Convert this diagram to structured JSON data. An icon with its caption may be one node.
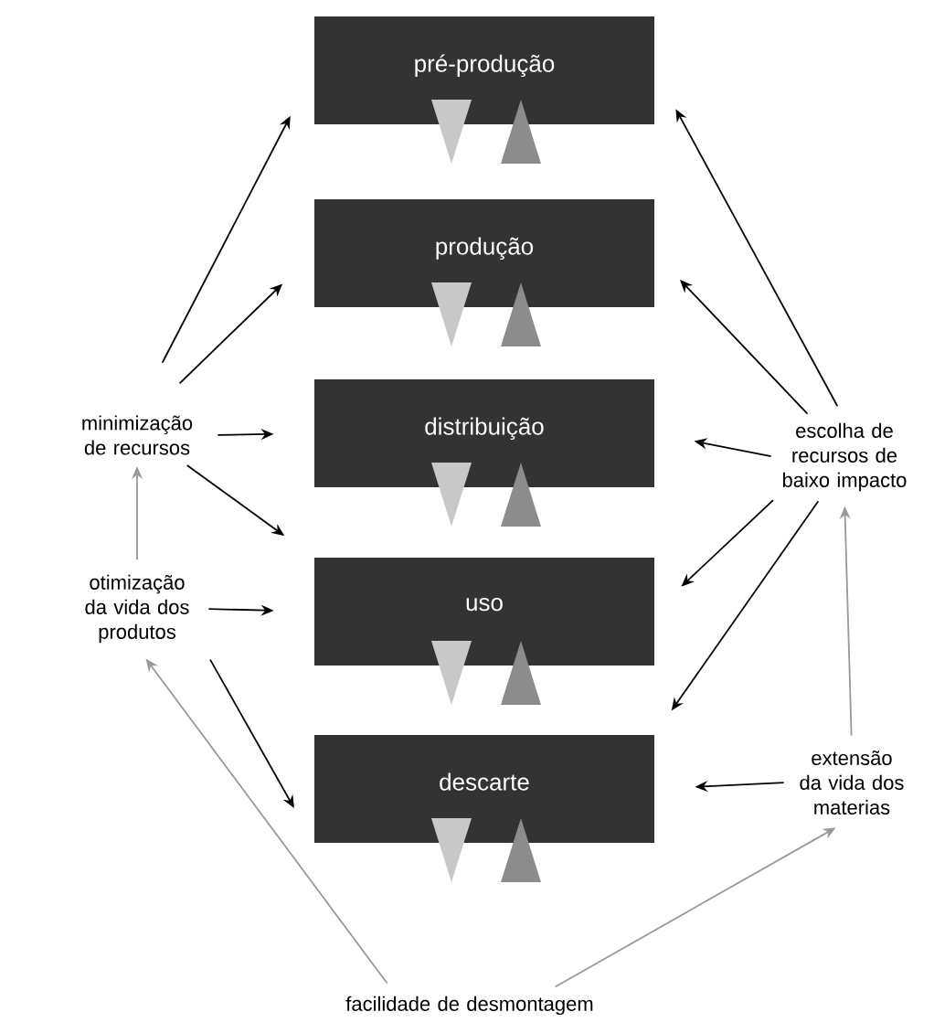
{
  "diagram": {
    "nodes": [
      {
        "text": [
          "pré-produção"
        ]
      },
      {
        "text": [
          "produção"
        ]
      },
      {
        "text": [
          "distribuição"
        ]
      },
      {
        "text": [
          "uso"
        ]
      },
      {
        "text": [
          "descarte"
        ]
      },
      {
        "text": [
          "minimização de recursos"
        ]
      },
      {
        "text": [
          "otimização da vida dos produtos"
        ]
      },
      {
        "text": [
          "escolha de recursos de baixo impacto"
        ]
      },
      {
        "text": [
          "extensão da vida dos materias"
        ]
      },
      {
        "text": [
          "facilidade de desmontagem"
        ]
      }
    ],
    "edges": [
      {
        "from": 5,
        "to": 0,
        "arrow": "to"
      },
      {
        "from": 5,
        "to": 1,
        "arrow": "to"
      },
      {
        "from": 5,
        "to": 2,
        "arrow": "to"
      },
      {
        "from": 5,
        "to": 3,
        "arrow": "to"
      },
      {
        "from": 6,
        "to": 5,
        "arrow": "to",
        "color": "#999999"
      },
      {
        "from": 6,
        "to": 3,
        "arrow": "to"
      },
      {
        "from": 6,
        "to": 4,
        "arrow": "to"
      },
      {
        "from": 7,
        "to": 0,
        "arrow": "to"
      },
      {
        "from": 7,
        "to": 1,
        "arrow": "to"
      },
      {
        "from": 7,
        "to": 2,
        "arrow": "to"
      },
      {
        "from": 7,
        "to": 3,
        "arrow": "to"
      },
      {
        "from": 7,
        "to": 4,
        "arrow": "to"
      },
      {
        "from": 8,
        "to": 7,
        "arrow": "to",
        "color": "#999999"
      },
      {
        "from": 8,
        "to": 4,
        "arrow": "to"
      },
      {
        "from": 9,
        "to": 6,
        "arrow": "to",
        "color": "#999999"
      },
      {
        "from": 9,
        "to": 8,
        "arrow": "to",
        "color": "#999999"
      }
    ]
  }
}
